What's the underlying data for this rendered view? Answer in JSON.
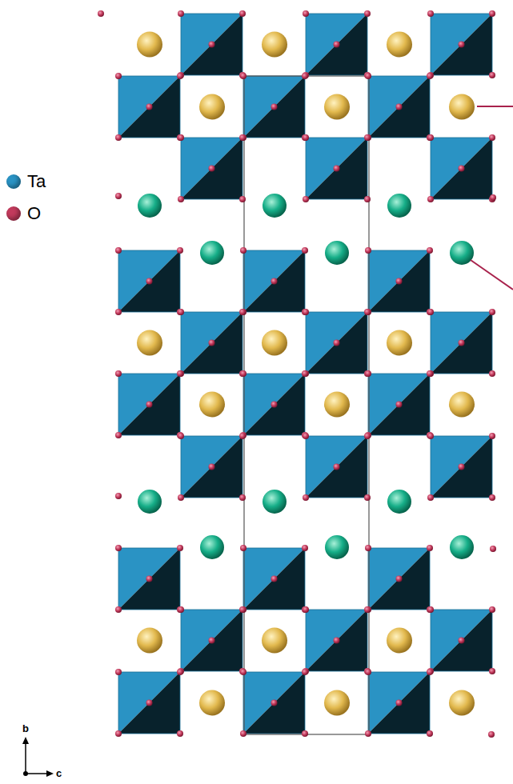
{
  "diagram": {
    "labels": [
      "b",
      "c"
    ],
    "legend": [
      {
        "text": "Ta",
        "color": "#2a93c4"
      },
      {
        "text": "O",
        "color": "#c23a5c"
      }
    ]
  }
}
